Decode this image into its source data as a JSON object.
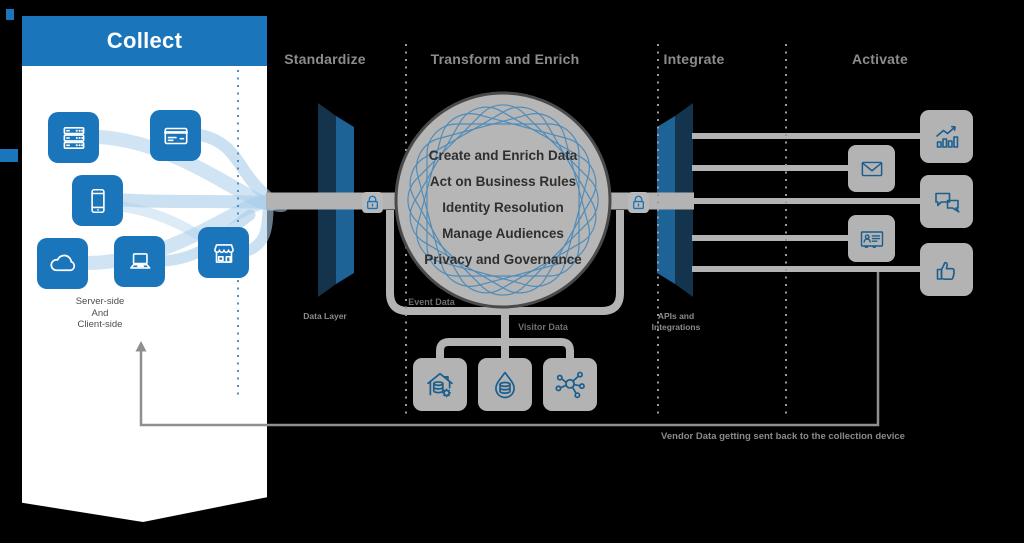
{
  "collect": {
    "title": "Collect",
    "caption": [
      "Server-side",
      "And",
      "Client-side"
    ],
    "sources": [
      {
        "icon": "server-icon"
      },
      {
        "icon": "credit-card-icon"
      },
      {
        "icon": "mobile-phone-icon"
      },
      {
        "icon": "cloud-icon"
      },
      {
        "icon": "laptop-icon"
      },
      {
        "icon": "storefront-icon"
      }
    ]
  },
  "stages": {
    "standardize": {
      "label": "Standardize",
      "sublabel": "Data Layer",
      "icon": "lock-icon"
    },
    "transform": {
      "label": "Transform and Enrich"
    },
    "integrate": {
      "label": "Integrate",
      "sublabel1": "APIs and",
      "sublabel2": "Integrations",
      "icon": "lock-icon"
    },
    "activate": {
      "label": "Activate"
    }
  },
  "hub": {
    "capabilities": [
      "Create and Enrich Data",
      "Act on Business Rules",
      "Identity Resolution",
      "Manage Audiences",
      "Privacy and Governance"
    ]
  },
  "flows": {
    "event_data": "Event Data",
    "visitor_data": "Visitor Data",
    "feedback": "Vendor Data getting sent back to the collection device"
  },
  "stores": [
    {
      "icon": "data-warehouse-icon"
    },
    {
      "icon": "data-lake-icon"
    },
    {
      "icon": "data-network-icon"
    }
  ],
  "channels": [
    {
      "icon": "analytics-chart-icon"
    },
    {
      "icon": "email-icon"
    },
    {
      "icon": "chat-bubbles-icon"
    },
    {
      "icon": "contact-card-icon"
    },
    {
      "icon": "thumbs-up-icon"
    }
  ],
  "colors": {
    "brand_blue": "#1b75bb",
    "dark_navy": "#14344e",
    "mid_blue": "#1d6396",
    "pipe_gray": "#b3b3b3",
    "label_gray": "#8c8c8c",
    "ribbon_blue": "#a9cde9",
    "icon_blue": "#1b5e8e"
  }
}
